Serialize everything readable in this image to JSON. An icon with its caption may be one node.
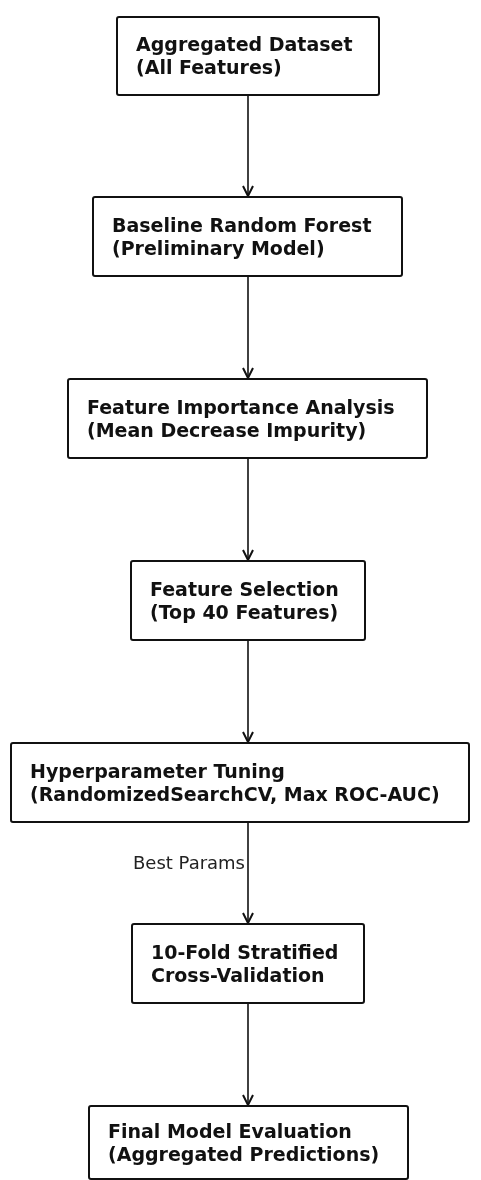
{
  "diagram": {
    "nodes": [
      {
        "text": [
          "Aggregated Dataset",
          "(All Features)"
        ]
      },
      {
        "text": [
          "Baseline Random Forest",
          "(Preliminary Model)"
        ]
      },
      {
        "text": [
          "Feature Importance Analysis",
          "(Mean Decrease Impurity)"
        ]
      },
      {
        "text": [
          "Feature Selection",
          "(Top 40 Features)"
        ]
      },
      {
        "text": [
          "Hyperparameter Tuning",
          "(RandomizedSearchCV, Max ROC-AUC)"
        ]
      },
      {
        "text": [
          "10-Fold Stratified",
          "Cross-Validation"
        ]
      },
      {
        "text": [
          "Final Model Evaluation",
          "(Aggregated Predictions)"
        ]
      }
    ],
    "edges": [
      {
        "from": 0,
        "to": 1,
        "arrow": "to"
      },
      {
        "from": 1,
        "to": 2,
        "arrow": "to"
      },
      {
        "from": 2,
        "to": 3,
        "arrow": "to"
      },
      {
        "from": 3,
        "to": 4,
        "arrow": "to"
      },
      {
        "from": 4,
        "to": 5,
        "arrow": "to",
        "label": "Best Params"
      },
      {
        "from": 5,
        "to": 6,
        "arrow": "to"
      }
    ]
  }
}
